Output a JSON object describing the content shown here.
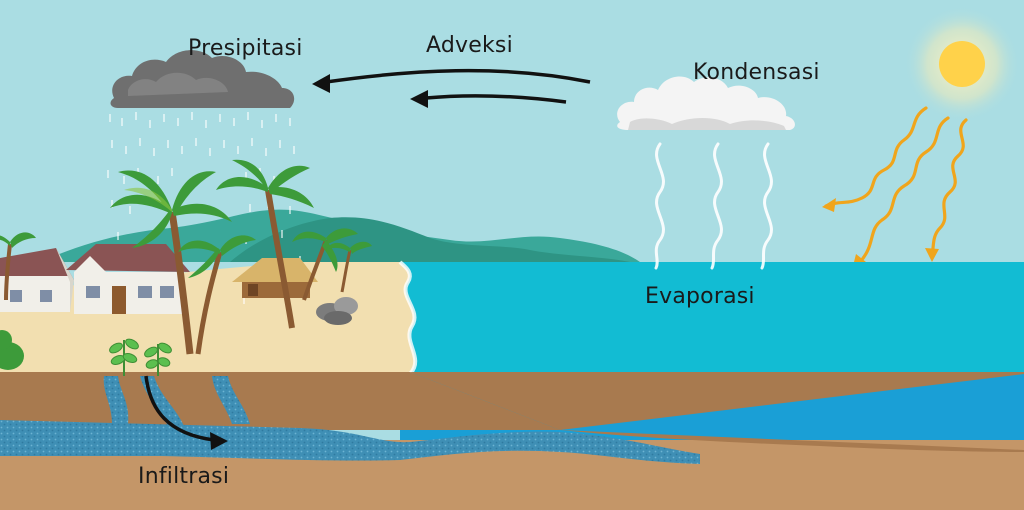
{
  "labels": {
    "presipitasi": "Presipitasi",
    "adveksi": "Adveksi",
    "kondensasi": "Kondensasi",
    "evaporasi": "Evaporasi",
    "infiltrasi": "Infiltrasi"
  },
  "colors": {
    "sky": "#aadde3",
    "sea": "#12bcd3",
    "deep_sea": "#1a9fd6",
    "sand": "#f2dfb0",
    "soil": "#c49668",
    "groundwater": "#3f8fb5",
    "sun": "#ffd24a",
    "sun_rays": "#f0a51c",
    "rain_cloud": "#6f6f6f",
    "arrow": "#111111"
  },
  "icons": [
    "sun-icon",
    "rain-cloud-icon",
    "white-cloud-icon",
    "house-icon",
    "palm-tree-icon",
    "hut-icon",
    "sprout-icon",
    "rocks-icon"
  ]
}
